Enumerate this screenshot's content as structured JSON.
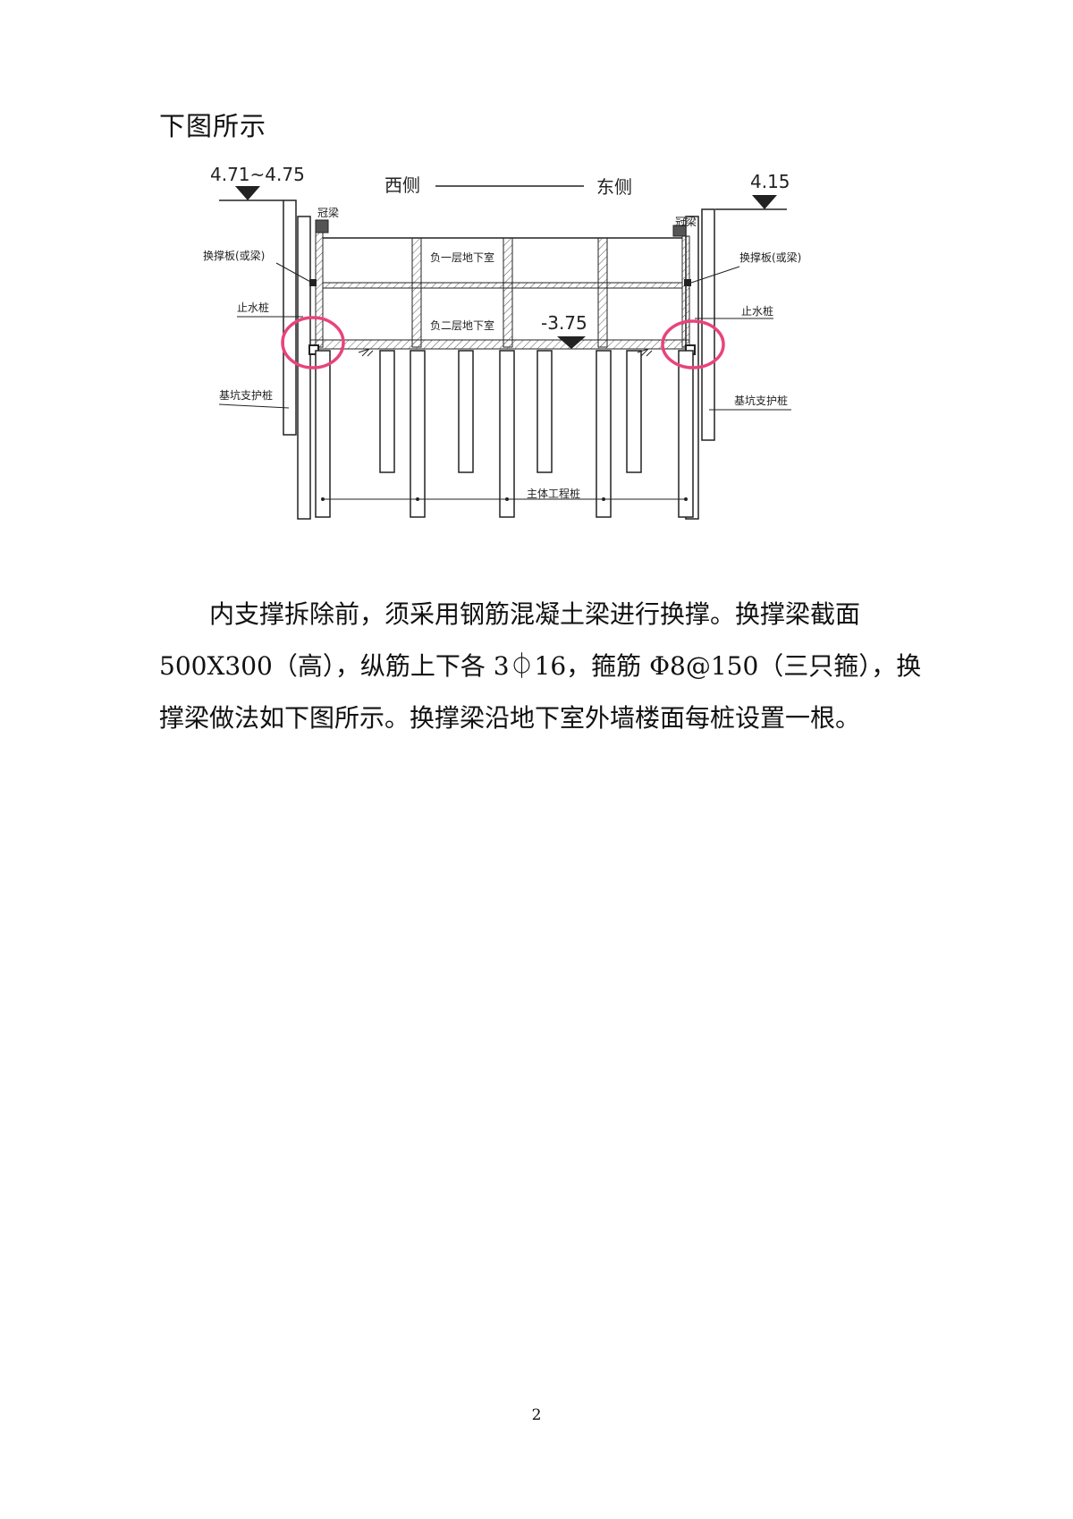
{
  "intro": "下图所示",
  "figure": {
    "elev_left": "4.71~4.75",
    "elev_right": "4.15",
    "dir_west": "西侧",
    "dir_east": "东侧",
    "crown_beam_left": "冠梁",
    "crown_beam_right": "冠梁",
    "replace_left": "换撑板(或梁)",
    "replace_right": "换撑板(或梁)",
    "water_pile_left": "止水桩",
    "water_pile_right": "止水桩",
    "support_pile_left": "基坑支护桩",
    "support_pile_right": "基坑支护桩",
    "b1": "负一层地下室",
    "b2": "负二层地下室",
    "floor_elev": "-3.75",
    "main_pile": "主体工程桩",
    "circle_color": "#e8447a"
  },
  "paragraph": {
    "line1": "内支撑拆除前，须采用钢筋混凝土梁进行换撑。换撑梁截面",
    "line2": "500X300（高），纵筋上下各 3⏀16，箍筋 Φ8@150（三只箍），换",
    "line3": "撑梁做法如下图所示。换撑梁沿地下室外墙楼面每桩设置一根。"
  },
  "page_number": "2"
}
